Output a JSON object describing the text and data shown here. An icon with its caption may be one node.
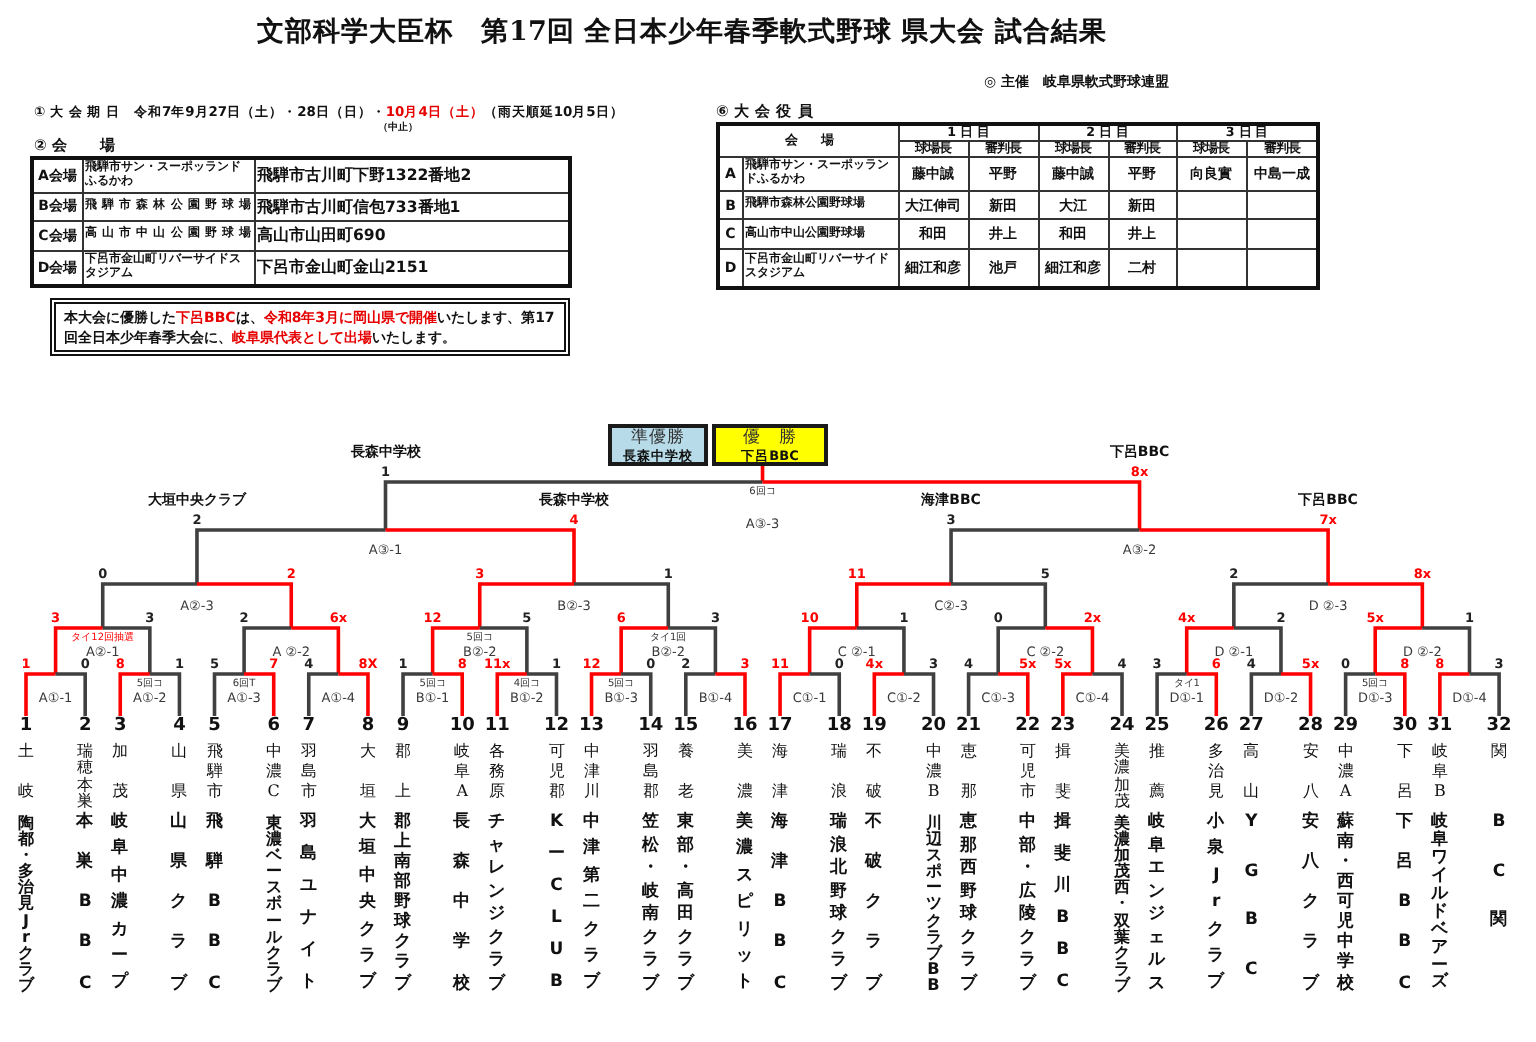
{
  "diagram": {
    "title": "文部科学大臣杯　第17回 全日本少年春季軟式野球 県大会 試合結果",
    "nodes": [
      {
        "text": [
          "本大会に優勝した**下呂BBC**は、**令和8年3月に岡山県で開催**いたします、第17回全日本少年春季大会に、**岐阜県代表として出場**いたします。"
        ]
      },
      {
        "text": [
          "準優勝",
          "長森中学校"
        ]
      },
      {
        "text": [
          "優　勝",
          "下呂BBC"
        ]
      },
      {
        "text": [
          "A③-3"
        ],
        "beside": [
          "6回コ"
        ]
      },
      {
        "text": [
          "A③-1"
        ]
      },
      {
        "text": [
          "A③-2"
        ]
      },
      {
        "text": [
          "A②-3"
        ]
      },
      {
        "text": [
          "B②-3"
        ]
      },
      {
        "text": [
          "C②-3"
        ]
      },
      {
        "text": [
          "D ②-3"
        ]
      },
      {
        "text": [
          "A②-1"
        ],
        "beside": [
          "タイ12回抽選"
        ]
      },
      {
        "text": [
          "A ②-2"
        ]
      },
      {
        "text": [
          "B②-2"
        ],
        "beside": [
          "5回コ"
        ]
      },
      {
        "text": [
          "B②-2"
        ],
        "beside": [
          "タイ1回"
        ]
      },
      {
        "text": [
          "C ②-1"
        ]
      },
      {
        "text": [
          "C ②-2"
        ]
      },
      {
        "text": [
          "D ②-1"
        ]
      },
      {
        "text": [
          "D ②-2"
        ]
      },
      {
        "text": [
          "A①-1"
        ]
      },
      {
        "text": [
          "A①-2"
        ],
        "beside": [
          "5回コ"
        ]
      },
      {
        "text": [
          "A①-3"
        ],
        "beside": [
          "6回T"
        ]
      },
      {
        "text": [
          "A①-4"
        ]
      },
      {
        "text": [
          "B①-1"
        ],
        "beside": [
          "5回コ"
        ]
      },
      {
        "text": [
          "B①-2"
        ],
        "beside": [
          "4回コ"
        ]
      },
      {
        "text": [
          "B①-3"
        ],
        "beside": [
          "5回コ"
        ]
      },
      {
        "text": [
          "B①-4"
        ]
      },
      {
        "text": [
          "C①-1"
        ]
      },
      {
        "text": [
          "C①-2"
        ]
      },
      {
        "text": [
          "C①-3"
        ]
      },
      {
        "text": [
          "C①-4"
        ]
      },
      {
        "text": [
          "D①-1"
        ],
        "beside": [
          "タイ1"
        ]
      },
      {
        "text": [
          "D①-2"
        ]
      },
      {
        "text": [
          "D①-3"
        ],
        "beside": [
          "5回コ"
        ]
      },
      {
        "text": [
          "D①-4"
        ]
      },
      {
        "text": [
          "1",
          "土岐",
          "陶都・多治見Jrクラブ"
        ]
      },
      {
        "text": [
          "2",
          "瑞穂本巣",
          "本巣BBC"
        ]
      },
      {
        "text": [
          "3",
          "加茂",
          "岐阜中濃カープ"
        ]
      },
      {
        "text": [
          "4",
          "山県",
          "山県クラブ"
        ]
      },
      {
        "text": [
          "5",
          "飛騨市",
          "飛騨BBC"
        ]
      },
      {
        "text": [
          "6",
          "中濃C",
          "東濃ベースボールクラブ"
        ]
      },
      {
        "text": [
          "7",
          "羽島市",
          "羽島ユナイト"
        ]
      },
      {
        "text": [
          "8",
          "大垣",
          "大垣中央クラブ"
        ]
      },
      {
        "text": [
          "9",
          "郡上",
          "郡上南部野球クラブ"
        ]
      },
      {
        "text": [
          "10",
          "岐阜A",
          "長森中学校"
        ]
      },
      {
        "text": [
          "11",
          "各務原",
          "チャレンジクラブ"
        ]
      },
      {
        "text": [
          "12",
          "可児郡",
          "KーCLUB"
        ]
      },
      {
        "text": [
          "13",
          "中津川",
          "中津第二クラブ"
        ]
      },
      {
        "text": [
          "14",
          "羽島郡",
          "笠松・岐南クラブ"
        ]
      },
      {
        "text": [
          "15",
          "養老",
          "東部・高田クラブ"
        ]
      },
      {
        "text": [
          "16",
          "美濃",
          "美濃スピリット"
        ]
      },
      {
        "text": [
          "17",
          "海津",
          "海津BBC"
        ]
      },
      {
        "text": [
          "18",
          "瑞浪",
          "瑞浪北野球クラブ"
        ]
      },
      {
        "text": [
          "19",
          "不破",
          "不破クラブ"
        ]
      },
      {
        "text": [
          "20",
          "中濃B",
          "川辺スポーツクラブBB"
        ]
      },
      {
        "text": [
          "21",
          "恵那",
          "恵那西野球クラブ"
        ]
      },
      {
        "text": [
          "22",
          "可児市",
          "中部・広陵クラブ"
        ]
      },
      {
        "text": [
          "23",
          "揖斐",
          "揖斐川BBC"
        ]
      },
      {
        "text": [
          "24",
          "美濃加茂",
          "美濃加茂西・双葉クラブ"
        ]
      },
      {
        "text": [
          "25",
          "推薦",
          "岐阜エンジェルス"
        ]
      },
      {
        "text": [
          "26",
          "多治見",
          "小泉Jrクラブ"
        ]
      },
      {
        "text": [
          "27",
          "高山",
          "YGBC"
        ]
      },
      {
        "text": [
          "28",
          "安八",
          "安八クラブ"
        ]
      },
      {
        "text": [
          "29",
          "中濃A",
          "蘇南・西可児中学校"
        ]
      },
      {
        "text": [
          "30",
          "下呂",
          "下呂BBC"
        ]
      },
      {
        "text": [
          "31",
          "岐阜B",
          "岐阜ワイルドベアーズ"
        ]
      },
      {
        "text": [
          "32",
          "関",
          "BC関"
        ]
      }
    ],
    "edges": [
      {
        "from": 3,
        "to": 2,
        "arrow": "none",
        "color": "#ff0000"
      },
      {
        "from": 4,
        "to": 3,
        "arrow": "none",
        "label": "1",
        "color": "#404040"
      },
      {
        "from": 5,
        "to": 3,
        "arrow": "none",
        "label": "8x",
        "color": "#ff0000"
      },
      {
        "from": 6,
        "to": 4,
        "arrow": "none",
        "label": "2",
        "color": "#404040"
      },
      {
        "from": 7,
        "to": 4,
        "arrow": "none",
        "label": "4",
        "color": "#ff0000"
      },
      {
        "from": 8,
        "to": 5,
        "arrow": "none",
        "label": "3",
        "color": "#404040"
      },
      {
        "from": 9,
        "to": 5,
        "arrow": "none",
        "label": "7x",
        "color": "#ff0000"
      },
      {
        "from": 10,
        "to": 6,
        "arrow": "none",
        "label": "0",
        "color": "#404040"
      },
      {
        "from": 11,
        "to": 6,
        "arrow": "none",
        "label": "2",
        "color": "#ff0000"
      },
      {
        "from": 12,
        "to": 7,
        "arrow": "none",
        "label": "3",
        "color": "#ff0000"
      },
      {
        "from": 13,
        "to": 7,
        "arrow": "none",
        "label": "1",
        "color": "#404040"
      },
      {
        "from": 14,
        "to": 8,
        "arrow": "none",
        "label": "11",
        "color": "#ff0000"
      },
      {
        "from": 15,
        "to": 8,
        "arrow": "none",
        "label": "5",
        "color": "#404040"
      },
      {
        "from": 16,
        "to": 9,
        "arrow": "none",
        "label": "2",
        "color": "#404040"
      },
      {
        "from": 17,
        "to": 9,
        "arrow": "none",
        "label": "8x",
        "color": "#ff0000"
      },
      {
        "from": 18,
        "to": 10,
        "arrow": "none",
        "label": "3",
        "color": "#ff0000"
      },
      {
        "from": 19,
        "to": 10,
        "arrow": "none",
        "label": "3",
        "color": "#404040"
      },
      {
        "from": 20,
        "to": 11,
        "arrow": "none",
        "label": "2",
        "color": "#404040"
      },
      {
        "from": 21,
        "to": 11,
        "arrow": "none",
        "label": "6x",
        "color": "#ff0000"
      },
      {
        "from": 22,
        "to": 12,
        "arrow": "none",
        "label": "12",
        "color": "#ff0000"
      },
      {
        "from": 23,
        "to": 12,
        "arrow": "none",
        "label": "5",
        "color": "#404040"
      },
      {
        "from": 24,
        "to": 13,
        "arrow": "none",
        "label": "6",
        "color": "#ff0000"
      },
      {
        "from": 25,
        "to": 13,
        "arrow": "none",
        "label": "3",
        "color": "#404040"
      },
      {
        "from": 26,
        "to": 14,
        "arrow": "none",
        "label": "10",
        "color": "#ff0000"
      },
      {
        "from": 27,
        "to": 14,
        "arrow": "none",
        "label": "1",
        "color": "#404040"
      },
      {
        "from": 28,
        "to": 15,
        "arrow": "none",
        "label": "0",
        "color": "#404040"
      },
      {
        "from": 29,
        "to": 15,
        "arrow": "none",
        "label": "2x",
        "color": "#ff0000"
      },
      {
        "from": 30,
        "to": 16,
        "arrow": "none",
        "label": "4x",
        "color": "#ff0000"
      },
      {
        "from": 31,
        "to": 16,
        "arrow": "none",
        "label": "2",
        "color": "#404040"
      },
      {
        "from": 32,
        "to": 17,
        "arrow": "none",
        "label": "5x",
        "color": "#ff0000"
      },
      {
        "from": 33,
        "to": 17,
        "arrow": "none",
        "label": "1",
        "color": "#404040"
      },
      {
        "from": 34,
        "to": 18,
        "arrow": "none",
        "label": "1",
        "color": "#ff0000"
      },
      {
        "from": 35,
        "to": 18,
        "arrow": "none",
        "label": "0",
        "color": "#404040"
      },
      {
        "from": 36,
        "to": 19,
        "arrow": "none",
        "label": "8",
        "color": "#ff0000"
      },
      {
        "from": 37,
        "to": 19,
        "arrow": "none",
        "label": "1",
        "color": "#404040"
      },
      {
        "from": 38,
        "to": 20,
        "arrow": "none",
        "label": "5",
        "color": "#404040"
      },
      {
        "from": 39,
        "to": 20,
        "arrow": "none",
        "label": "7",
        "color": "#ff0000"
      },
      {
        "from": 40,
        "to": 21,
        "arrow": "none",
        "label": "4",
        "color": "#404040"
      },
      {
        "from": 41,
        "to": 21,
        "arrow": "none",
        "label": "8X",
        "color": "#ff0000"
      },
      {
        "from": 42,
        "to": 22,
        "arrow": "none",
        "label": "1",
        "color": "#404040"
      },
      {
        "from": 43,
        "to": 22,
        "arrow": "none",
        "label": "8",
        "color": "#ff0000"
      },
      {
        "from": 44,
        "to": 23,
        "arrow": "none",
        "label": "11x",
        "color": "#ff0000"
      },
      {
        "from": 45,
        "to": 23,
        "arrow": "none",
        "label": "1",
        "color": "#404040"
      },
      {
        "from": 46,
        "to": 24,
        "arrow": "none",
        "label": "12",
        "color": "#ff0000"
      },
      {
        "from": 47,
        "to": 24,
        "arrow": "none",
        "label": "0",
        "color": "#404040"
      },
      {
        "from": 48,
        "to": 25,
        "arrow": "none",
        "label": "2",
        "color": "#404040"
      },
      {
        "from": 49,
        "to": 25,
        "arrow": "none",
        "label": "3",
        "color": "#ff0000"
      },
      {
        "from": 50,
        "to": 26,
        "arrow": "none",
        "label": "11",
        "color": "#ff0000"
      },
      {
        "from": 51,
        "to": 26,
        "arrow": "none",
        "label": "0",
        "color": "#404040"
      },
      {
        "from": 52,
        "to": 27,
        "arrow": "none",
        "label": "4x",
        "color": "#ff0000"
      },
      {
        "from": 53,
        "to": 27,
        "arrow": "none",
        "label": "3",
        "color": "#404040"
      },
      {
        "from": 54,
        "to": 28,
        "arrow": "none",
        "label": "4",
        "color": "#404040"
      },
      {
        "from": 55,
        "to": 28,
        "arrow": "none",
        "label": "5x",
        "color": "#ff0000"
      },
      {
        "from": 56,
        "to": 29,
        "arrow": "none",
        "label": "5x",
        "color": "#ff0000"
      },
      {
        "from": 57,
        "to": 29,
        "arrow": "none",
        "label": "4",
        "color": "#404040"
      },
      {
        "from": 58,
        "to": 30,
        "arrow": "none",
        "label": "3",
        "color": "#404040"
      },
      {
        "from": 59,
        "to": 30,
        "arrow": "none",
        "label": "6",
        "color": "#ff0000"
      },
      {
        "from": 60,
        "to": 31,
        "arrow": "none",
        "label": "4",
        "color": "#404040"
      },
      {
        "from": 61,
        "to": 31,
        "arrow": "none",
        "label": "5x",
        "color": "#ff0000"
      },
      {
        "from": 62,
        "to": 32,
        "arrow": "none",
        "label": "0",
        "color": "#404040"
      },
      {
        "from": 63,
        "to": 32,
        "arrow": "none",
        "label": "8",
        "color": "#ff0000"
      },
      {
        "from": 64,
        "to": 33,
        "arrow": "none",
        "label": "8",
        "color": "#ff0000"
      },
      {
        "from": 65,
        "to": 33,
        "arrow": "none",
        "label": "3",
        "color": "#404040"
      }
    ],
    "labels": [
      "◎ 主催　岐阜県軟式野球連盟",
      "① 大 会 期 日　令和7年9月27日（土）・28日（日）・**10月4日（土）**（雨天順延10月5日）",
      "（中止）",
      "② 会　　場",
      "A会場",
      "飛騨市サン・スーポッランドふるかわ",
      "飛騨市古川町下野1322番地2",
      "B会場",
      "飛騨市森林公園野球場",
      "飛騨市古川町信包733番地1",
      "C会場",
      "高山市中山公園野球場",
      "高山市山田町690",
      "D会場",
      "下呂市金山町リバーサイドスタジアム",
      "下呂市金山町金山2151",
      "⑥ 大 会 役 員",
      "会　　場",
      "1 日 目",
      "2 日 目",
      "3 日 目",
      "球場長",
      "審判長",
      "球場長",
      "審判長",
      "球場長",
      "審判長",
      "A",
      "飛騨市サン・スーポッランドふるかわ",
      "藤中誠",
      "平野",
      "藤中誠",
      "平野",
      "向良實",
      "中島一成",
      "B",
      "飛騨市森林公園野球場",
      "大江伸司",
      "新田",
      "大江",
      "新田",
      "C",
      "高山市中山公園野球場",
      "和田",
      "井上",
      "和田",
      "井上",
      "D",
      "下呂市金山町リバーサイドスタジアム",
      "細江和彦",
      "池戸",
      "細江和彦",
      "二村",
      "長森中学校",
      "下呂BBC",
      "大垣中央クラブ",
      "長森中学校",
      "海津BBC",
      "下呂BBC"
    ]
  }
}
